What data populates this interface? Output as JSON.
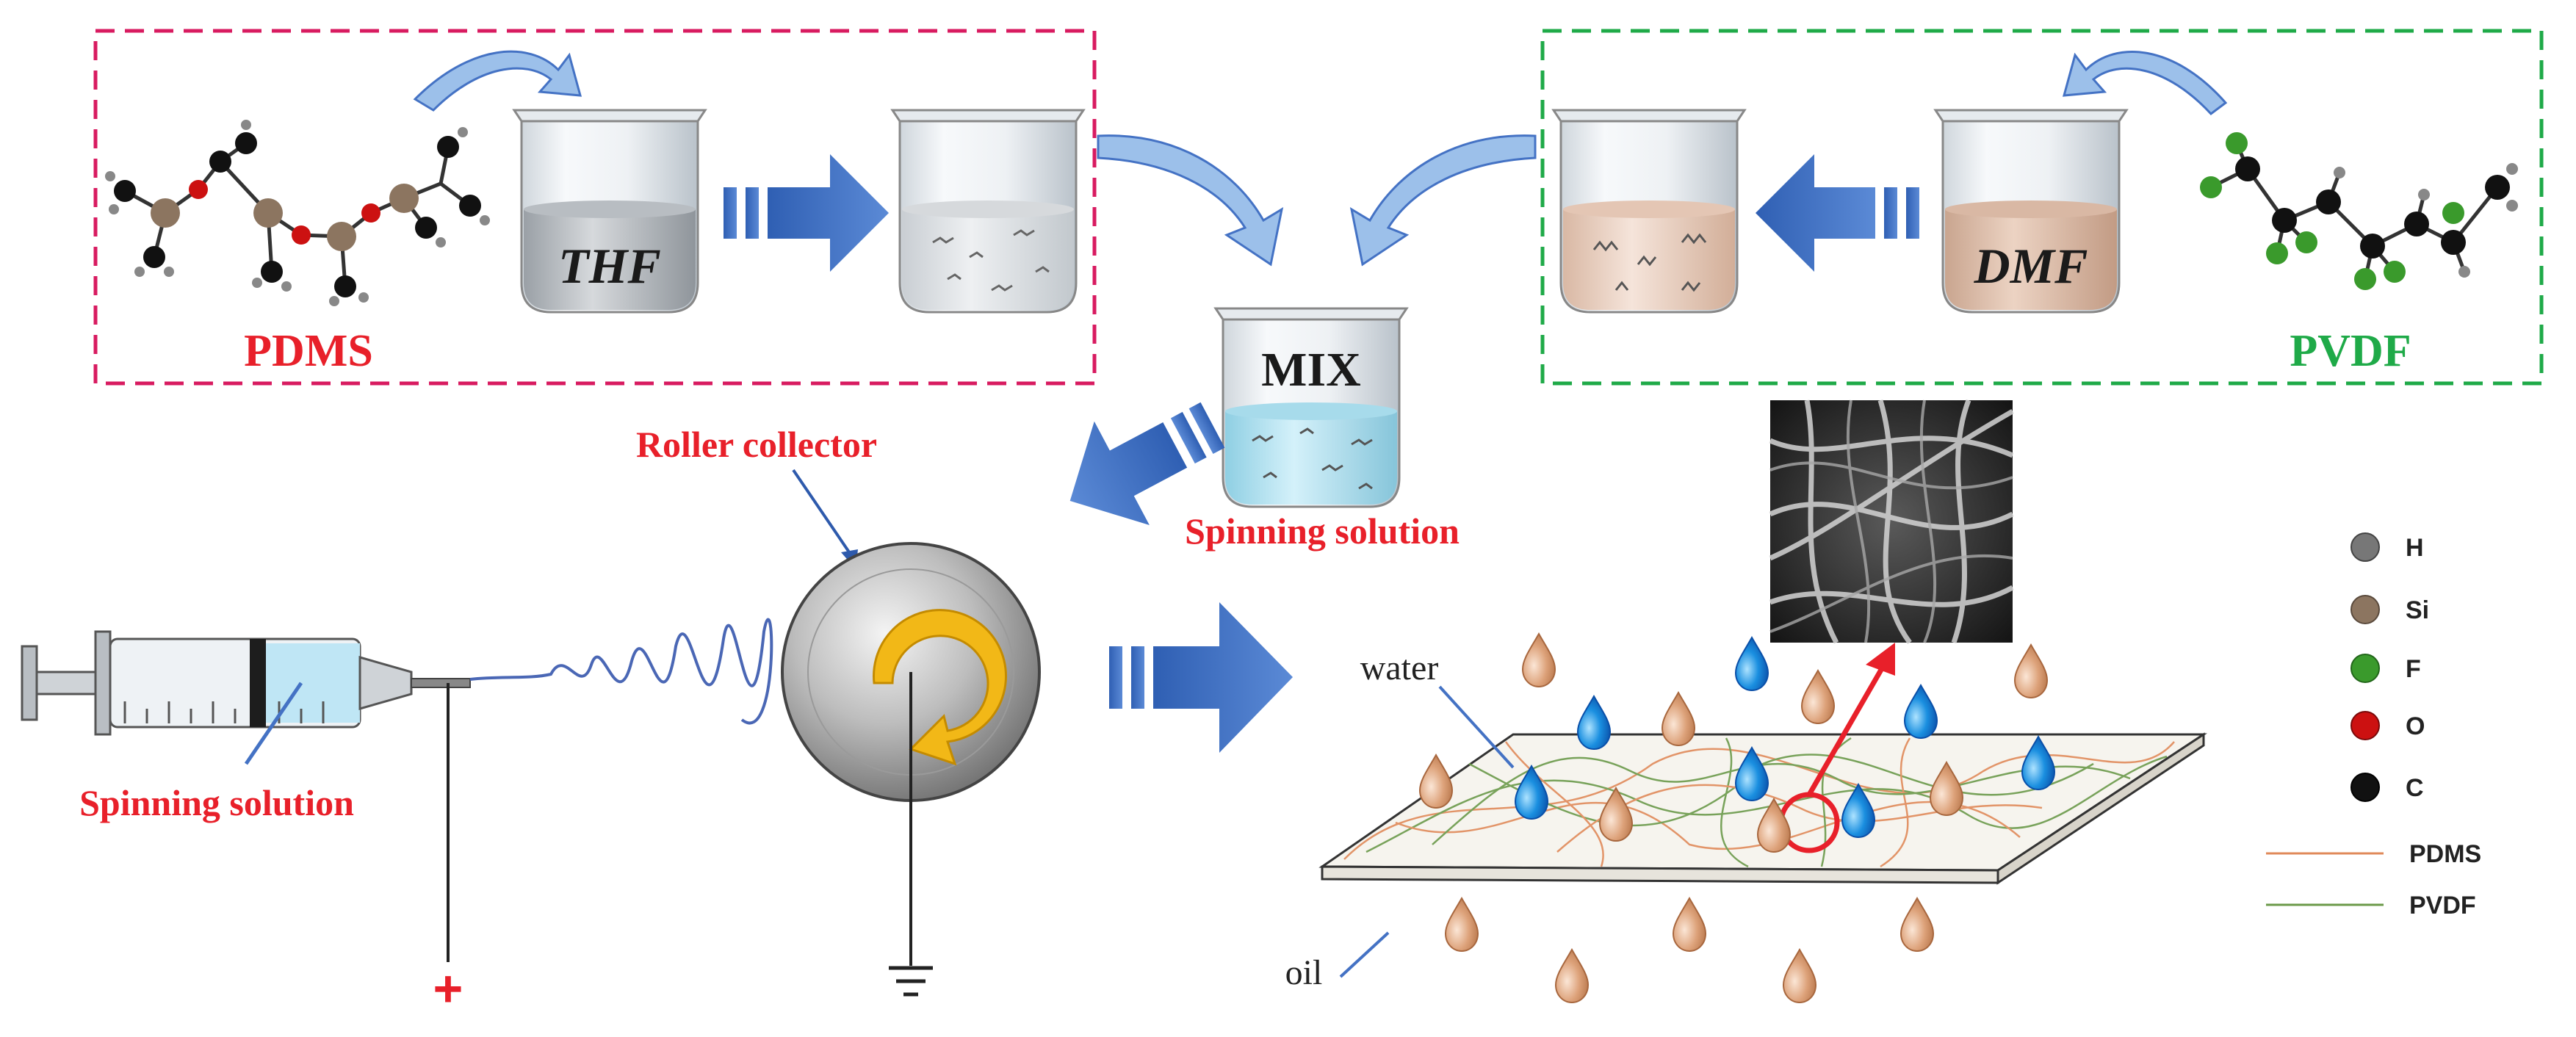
{
  "panels": {
    "pdms": {
      "label": "PDMS",
      "solvent": "THF",
      "border_color": "#d81b60"
    },
    "pvdf": {
      "label": "PVDF",
      "solvent": "DMF",
      "border_color": "#1faa48"
    }
  },
  "mix": {
    "label": "MIX",
    "solution_label": "Spinning solution"
  },
  "syringe": {
    "label": "Spinning solution",
    "polarity": "+"
  },
  "collector": {
    "label": "Roller collector"
  },
  "membrane": {
    "water_label": "water",
    "oil_label": "oil"
  },
  "legend": {
    "atoms": [
      {
        "symbol": "H",
        "color": "#777777"
      },
      {
        "symbol": "Si",
        "color": "#8c7560"
      },
      {
        "symbol": "F",
        "color": "#3a9a2c"
      },
      {
        "symbol": "O",
        "color": "#cc1111"
      },
      {
        "symbol": "C",
        "color": "#111111"
      }
    ],
    "lines": [
      {
        "label": "PDMS",
        "color": "#e08a5a"
      },
      {
        "label": "PVDF",
        "color": "#6b9a4a"
      }
    ]
  },
  "colors": {
    "arrow_blue": "#4472c4",
    "label_red": "#e8202a",
    "water_blue": "#1a73d9",
    "oil_tan": "#d99a66",
    "collector_arrow": "#f2b817"
  }
}
